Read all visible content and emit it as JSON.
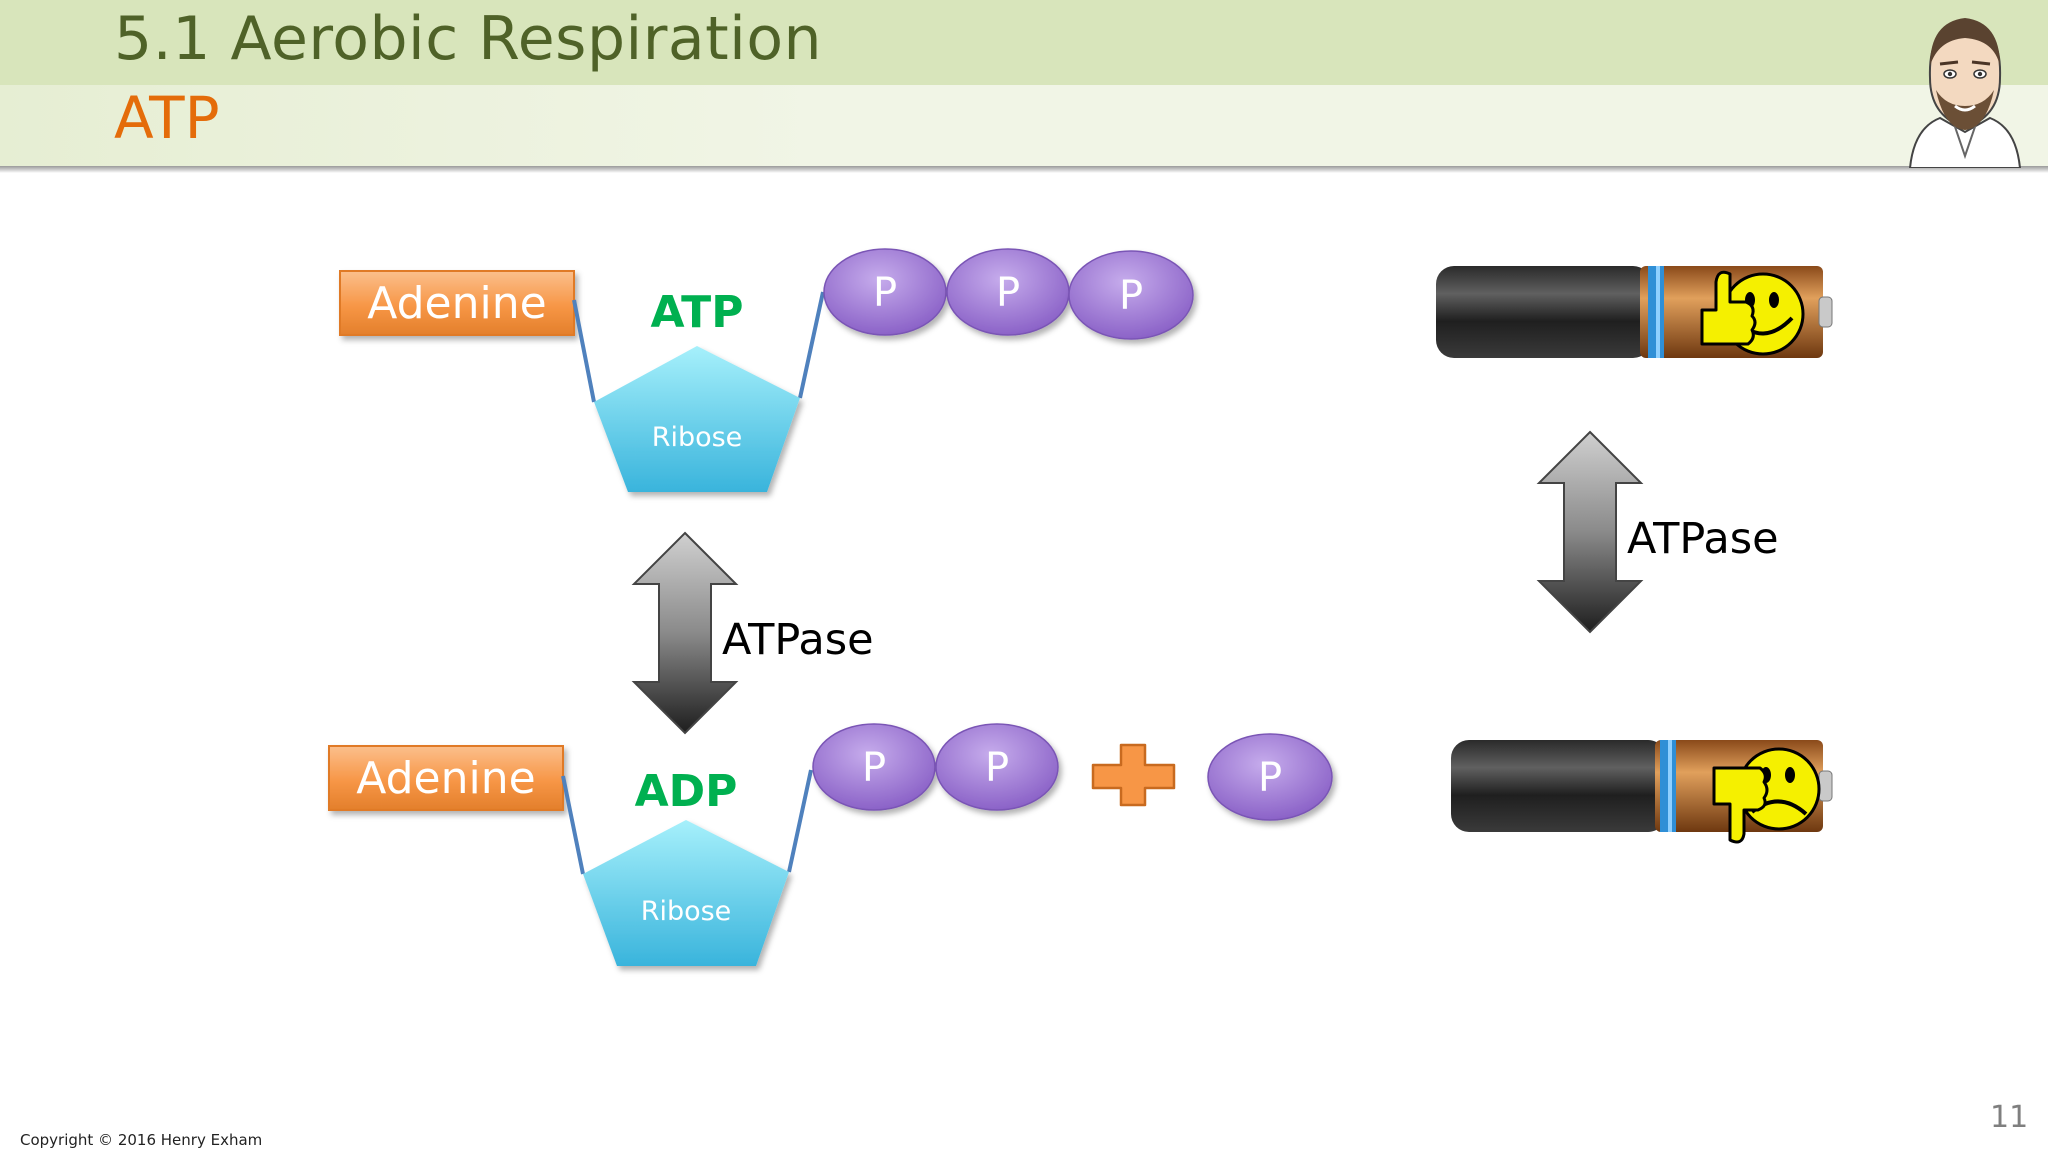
{
  "header": {
    "title": "5.1 Aerobic Respiration",
    "subtitle": "ATP"
  },
  "atp": {
    "base": "Adenine",
    "name": "ATP",
    "sugar": "Ribose",
    "phosphates": [
      "P",
      "P",
      "P"
    ]
  },
  "adp": {
    "base": "Adenine",
    "name": "ADP",
    "sugar": "Ribose",
    "phosphates": [
      "P",
      "P"
    ],
    "plus": "+",
    "free_phosphate": "P"
  },
  "enzyme": {
    "left_label": "ATPase",
    "right_label": "ATPase"
  },
  "footer": {
    "copyright": "Copyright © 2016 Henry Exham",
    "page_number": "11"
  },
  "colors": {
    "title": "#4f6228",
    "subtitle": "#e46c0a",
    "adenine_fill": "#f79646",
    "molecule_label": "#00b050",
    "ribose_fill": "#5bc8e6",
    "phosphate_fill": "#8e6cc6",
    "plus": "#f79646"
  },
  "icons": [
    "teacher-avatar-icon",
    "charged-battery-icon",
    "discharged-battery-icon",
    "double-arrow-icon"
  ]
}
